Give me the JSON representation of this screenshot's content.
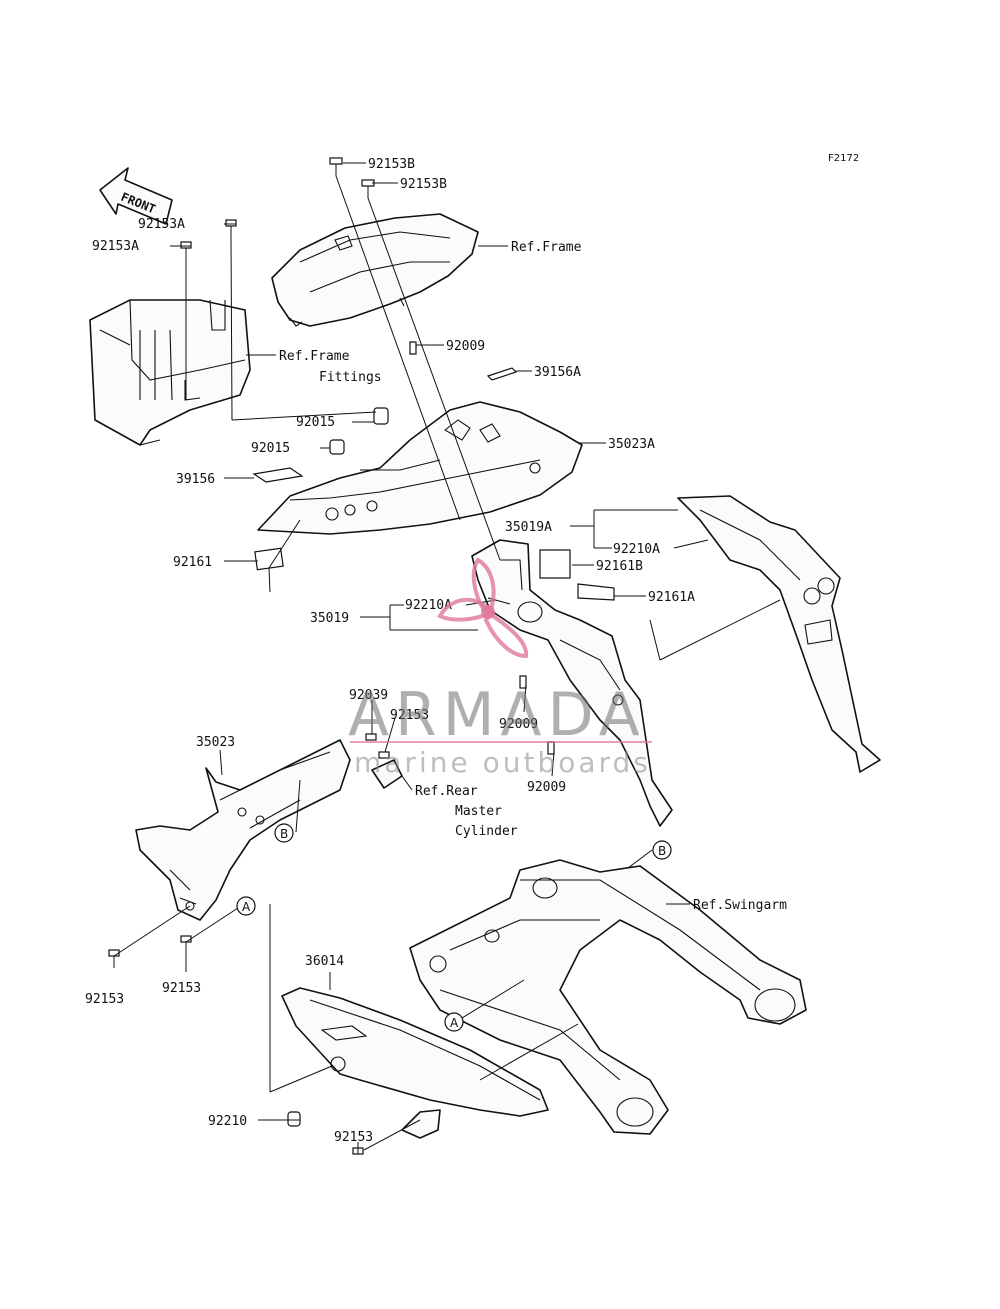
{
  "diagram_code": "F2172",
  "front_arrow_text": "FRONT",
  "labels": {
    "p92153B_1": "92153B",
    "p92153B_2": "92153B",
    "ref_frame": "Ref.Frame",
    "p92153A_1": "92153A",
    "p92153A_2": "92153A",
    "ref_frame_fittings_1": "Ref.Frame",
    "ref_frame_fittings_2": "Fittings",
    "p92009_a": "92009",
    "p39156A": "39156A",
    "p92015_a": "92015",
    "p92015_b": "92015",
    "p35023A": "35023A",
    "p39156": "39156",
    "p35019A": "35019A",
    "p92210A_a": "92210A",
    "p92161": "92161",
    "p92161B": "92161B",
    "p92161A": "92161A",
    "p35019": "35019",
    "p92210A_b": "92210A",
    "p92039": "92039",
    "p92153_a": "92153",
    "p92009_b": "92009",
    "p92009_c": "92009",
    "p35023": "35023",
    "ref_rear_1": "Ref.Rear",
    "ref_rear_2": "Master",
    "ref_rear_3": "Cylinder",
    "ref_swingarm": "Ref.Swingarm",
    "p92153_b": "92153",
    "p92153_c": "92153",
    "p36014": "36014",
    "p92210": "92210",
    "p92153_d": "92153"
  },
  "callouts": {
    "a": "A",
    "b": "B"
  },
  "watermark": {
    "title": "ARMADA",
    "subtitle": "marine outboards",
    "color": "#e0789a"
  }
}
